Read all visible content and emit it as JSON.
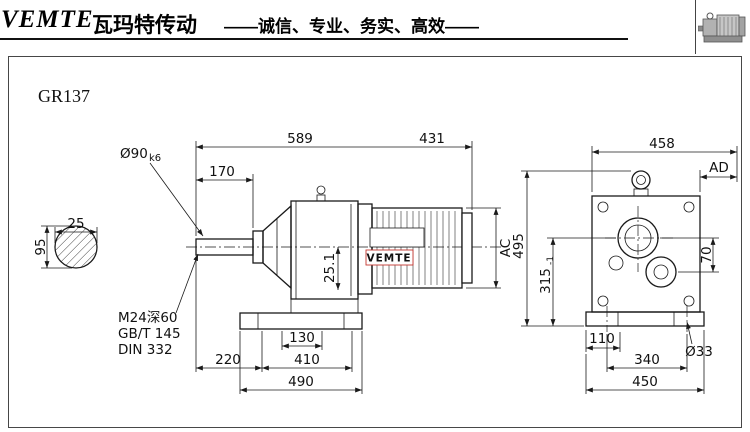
{
  "colors": {
    "line": "#1a1a1a",
    "red_dim": "#e8251f",
    "watermark_red": "#c4362f"
  },
  "header": {
    "brand": "VEMTE",
    "brand_cn": "瓦玛特传动",
    "slogan": "——诚信、专业、务实、高效——",
    "corner_icon": "gearmotor-photo"
  },
  "drawing": {
    "model": "GR137",
    "watermark": "VEMTE",
    "section_view": {
      "key_width": "25",
      "shaft_height": "95"
    },
    "side_view": {
      "overall_length": "589",
      "motor_length_red": "431",
      "shaft_diameter": "Ø90",
      "shaft_tolerance": "k6",
      "shaft_length": "170",
      "keyway_dim": "25.1",
      "motor_height": "AC",
      "tap_spec": "M24深60",
      "tap_std_1": "GB/T 145",
      "tap_std_2": "DIN 332",
      "foot_hole_spacing": "130",
      "front_to_foot": "220",
      "foot_span": "410",
      "base_length": "490"
    },
    "end_view": {
      "overall_width": "458",
      "box_offset": "AD",
      "overall_height": "495",
      "center_height": "315",
      "center_height_tol": "-1",
      "bore_offset": "70",
      "foot_edge_offset": "110",
      "foot_hole_dia": "Ø33",
      "foot_hole_span": "340",
      "base_width": "450"
    }
  }
}
